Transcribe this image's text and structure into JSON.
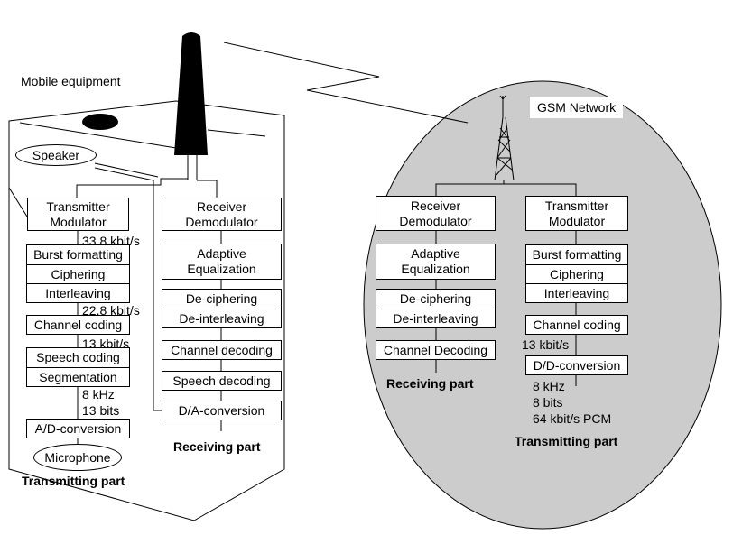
{
  "mobile": {
    "title": "Mobile equipment",
    "speaker": "Speaker",
    "microphone": "Microphone",
    "tx": {
      "modulator": [
        "Transmitter",
        "Modulator"
      ],
      "rate1": "33.8 kbit/s",
      "burst_stack": [
        "Burst formatting",
        "Ciphering",
        "Interleaving"
      ],
      "rate2": "22.8 kbit/s",
      "channel_coding": "Channel coding",
      "rate3": "13 kbit/s",
      "speech_stack": [
        "Speech coding",
        "Segmentation"
      ],
      "freq": "8 kHz",
      "bits": "13 bits",
      "ad": "A/D-conversion",
      "part_label": "Transmitting part"
    },
    "rx": {
      "demodulator": [
        "Receiver",
        "Demodulator"
      ],
      "equalization": [
        "Adaptive",
        "Equalization"
      ],
      "decipher_stack": [
        "De-ciphering",
        "De-interleaving"
      ],
      "channel_decoding": "Channel decoding",
      "speech_decoding": "Speech decoding",
      "da": "D/A-conversion",
      "part_label": "Receiving part"
    }
  },
  "network": {
    "title": "GSM Network",
    "rx": {
      "demodulator": [
        "Receiver",
        "Demodulator"
      ],
      "equalization": [
        "Adaptive",
        "Equalization"
      ],
      "decipher_stack": [
        "De-ciphering",
        "De-interleaving"
      ],
      "channel_decoding": "Channel Decoding",
      "part_label": "Receiving part"
    },
    "tx": {
      "modulator": [
        "Transmitter",
        "Modulator"
      ],
      "burst_stack": [
        "Burst formatting",
        "Ciphering",
        "Interleaving"
      ],
      "channel_coding": "Channel coding",
      "rate": "13 kbit/s",
      "dd": "D/D-conversion",
      "freq": "8 kHz",
      "bits": "8 bits",
      "pcm": "64 kbit/s PCM",
      "part_label": "Transmitting part"
    }
  }
}
